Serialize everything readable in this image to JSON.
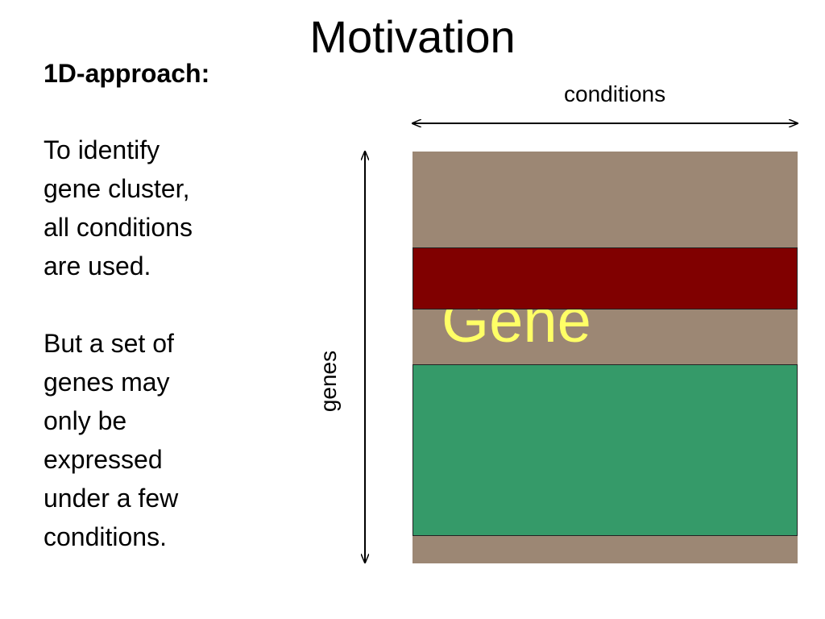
{
  "slide": {
    "title": "Motivation",
    "heading": "1D-approach:",
    "paragraph1": [
      "To identify",
      "gene cluster,",
      "all conditions",
      "are used."
    ],
    "paragraph2": [
      "But a set of",
      "genes may",
      "only be",
      "expressed",
      "under a few",
      "conditions."
    ]
  },
  "diagram": {
    "x_axis_label": "conditions",
    "y_axis_label": "genes",
    "matrix_text": "Gene",
    "colors": {
      "matrix_background": "#9c8774",
      "red_band": "#800000",
      "green_block": "#359a69",
      "matrix_text": "#ffff66"
    }
  }
}
